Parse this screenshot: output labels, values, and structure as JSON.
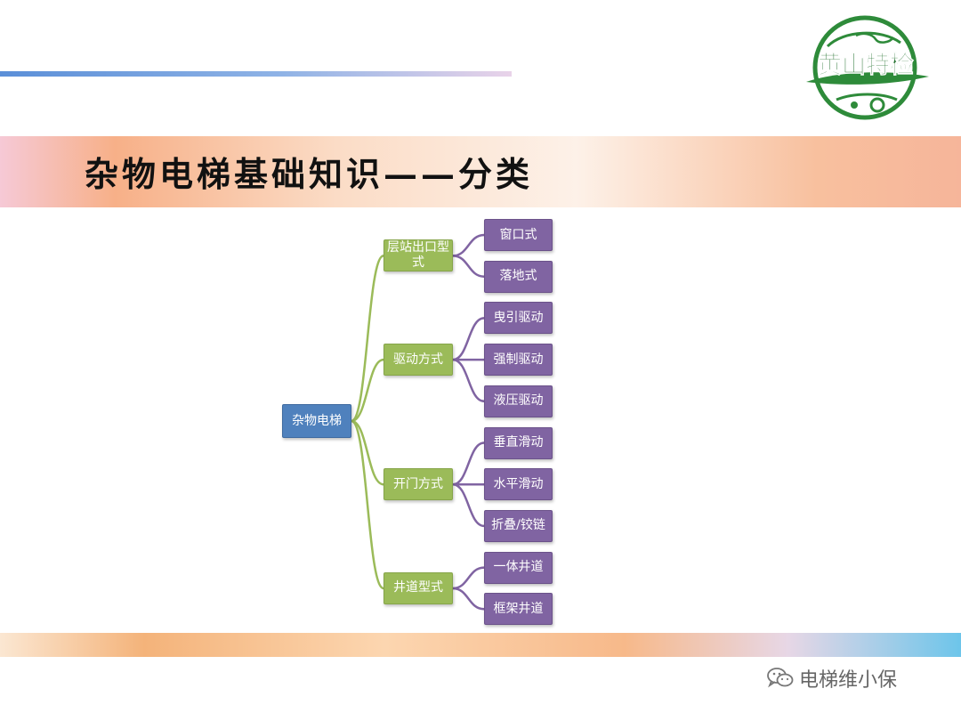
{
  "slide": {
    "title": "杂物电梯基础知识——分类",
    "logo_text": "黄山特检",
    "watermark": "电梯维小保"
  },
  "colors": {
    "root": "#4f81bd",
    "level1": "#9bbb59",
    "level2": "#8064a2",
    "connector_level1": "#9bbb59",
    "connector_level2": "#8064a2"
  },
  "tree": {
    "root": "杂物电梯",
    "branches": [
      {
        "label": "层站出口型式",
        "children": [
          "窗口式",
          "落地式"
        ]
      },
      {
        "label": "驱动方式",
        "children": [
          "曳引驱动",
          "强制驱动",
          "液压驱动"
        ]
      },
      {
        "label": "开门方式",
        "children": [
          "垂直滑动",
          "水平滑动",
          "折叠/铰链"
        ]
      },
      {
        "label": "井道型式",
        "children": [
          "一体井道",
          "框架井道"
        ]
      }
    ]
  }
}
